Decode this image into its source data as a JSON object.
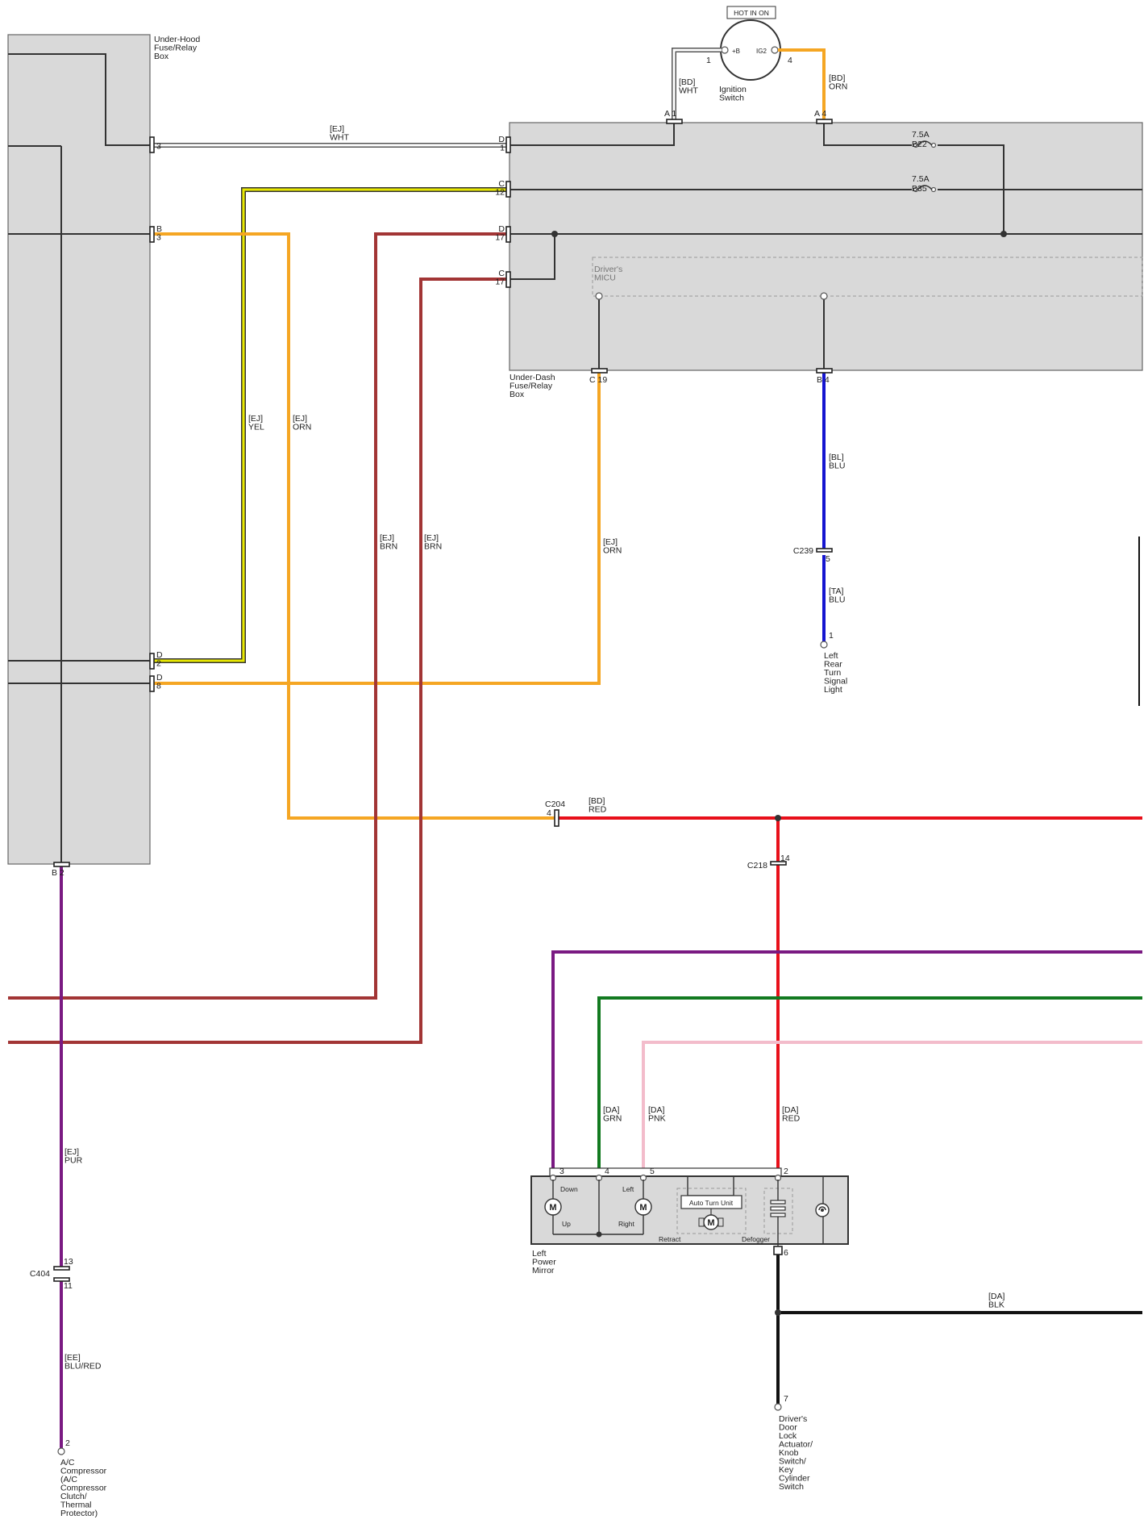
{
  "components": {
    "under_hood_box": [
      "Under-Hood",
      "Fuse/Relay",
      "Box"
    ],
    "under_dash_box": [
      "Under-Dash",
      "Fuse/Relay",
      "Box"
    ],
    "micu": [
      "Driver's",
      "MICU"
    ],
    "ignition_switch": [
      "Ignition",
      "Switch"
    ],
    "hot_label": "HOT IN ON",
    "ign_b": "+B",
    "ign_ig2": "IG2",
    "fuse_b22": [
      "7.5A",
      "B22"
    ],
    "fuse_b35": [
      "7.5A",
      "B35"
    ],
    "left_rear_turn": [
      "Left",
      "Rear",
      "Turn",
      "Signal",
      "Light"
    ],
    "ac_compressor": [
      "A/C",
      "Compressor",
      "(A/C",
      "Compressor",
      "Clutch/",
      "Thermal",
      "Protector)"
    ],
    "left_power_mirror": [
      "Left",
      "Power",
      "Mirror"
    ],
    "door_lock": [
      "Driver's",
      "Door",
      "Lock",
      "Actuator/",
      "Knob",
      "Switch/",
      "Key",
      "Cylinder",
      "Switch"
    ]
  },
  "mirror_internal": {
    "down": "Down",
    "up": "Up",
    "left": "Left",
    "right": "Right",
    "auto_turn": "Auto Turn Unit",
    "retract": "Retract",
    "defogger": "Defogger",
    "motor": "M"
  },
  "wires": {
    "ej_wht": [
      "[EJ]",
      "WHT"
    ],
    "bd_wht": [
      "[BD]",
      "WHT"
    ],
    "bd_orn": [
      "[BD]",
      "ORN"
    ],
    "ej_yel": [
      "[EJ]",
      "YEL"
    ],
    "ej_orn_1": [
      "[EJ]",
      "ORN"
    ],
    "ej_brn_1": [
      "[EJ]",
      "BRN"
    ],
    "ej_brn_2": [
      "[EJ]",
      "BRN"
    ],
    "ej_orn_2": [
      "[EJ]",
      "ORN"
    ],
    "bl_blu": [
      "[BL]",
      "BLU"
    ],
    "ta_blu": [
      "[TA]",
      "BLU"
    ],
    "bd_red": [
      "[BD]",
      "RED"
    ],
    "ej_pur": [
      "[EJ]",
      "PUR"
    ],
    "ee_blured": [
      "[EE]",
      "BLU/RED"
    ],
    "da_grn": [
      "[DA]",
      "GRN"
    ],
    "da_pnk": [
      "[DA]",
      "PNK"
    ],
    "da_red": [
      "[DA]",
      "RED"
    ],
    "da_blk": [
      "[DA]",
      "BLK"
    ]
  },
  "connectors": {
    "uh_3": [
      "",
      "3"
    ],
    "uh_b3": [
      "B",
      "3"
    ],
    "uh_d2": [
      "D",
      "2"
    ],
    "uh_d8": [
      "D",
      "8"
    ],
    "uh_b2": "B 2",
    "ud_d1": [
      "D",
      "1"
    ],
    "ud_c12": [
      "C",
      "12"
    ],
    "ud_d17": [
      "D",
      "17"
    ],
    "ud_c17": [
      "C",
      "17"
    ],
    "ud_a1": "A 1",
    "ud_a4": "A 4",
    "ud_c19": "C 19",
    "ud_b4": "B 4",
    "ign_1": "1",
    "ign_4": "4",
    "c239": "C239",
    "c239_pin": "5",
    "turn_pin": "1",
    "c204": "C204",
    "c204_pin": "4",
    "c218": "C218",
    "c218_pin": "14",
    "c404": "C404",
    "c404_top": "13",
    "c404_bot": "11",
    "ac_pin": "2",
    "mirror_pins": [
      "3",
      "4",
      "5",
      "2"
    ],
    "mirror_pin_6": "6",
    "door_pin": "7"
  },
  "colors": {
    "wht": "#ffffff",
    "orn": "#f5a623",
    "yel": "#e8e800",
    "brn": "#a23535",
    "blu": "#1515d0",
    "red": "#e8101a",
    "pur": "#7a1a82",
    "grn": "#127a20",
    "pnk": "#f3bccb",
    "blk": "#111111",
    "gray": "#333333"
  }
}
